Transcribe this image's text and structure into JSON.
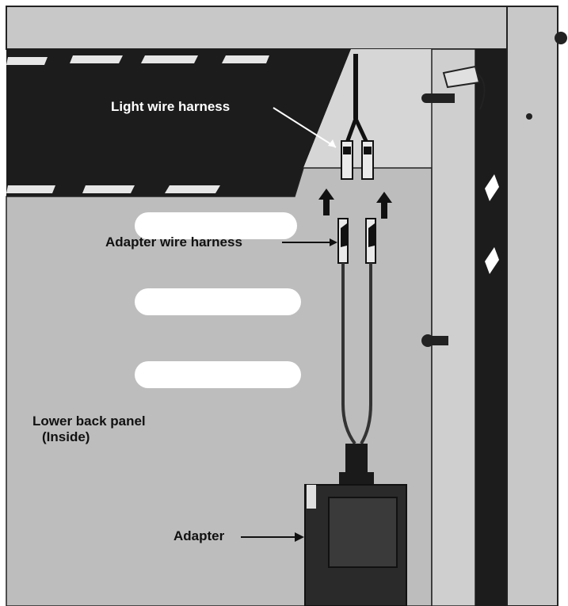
{
  "labels": {
    "light_harness": "Light wire harness",
    "adapter_harness": "Adapter wire harness",
    "panel_line1": "Lower back panel",
    "panel_line2": "(Inside)",
    "adapter": "Adapter"
  },
  "colors": {
    "panel_gray": "#bdbdbd",
    "dark_cavity": "#1c1c1c",
    "frame_gray": "#c8c8c8",
    "slot_white": "#ffffff",
    "line_dark": "#111111"
  },
  "icons": {
    "adapter": "adapter-box-icon",
    "connector": "wire-connector-icon",
    "arrow": "arrow-up-icon"
  }
}
